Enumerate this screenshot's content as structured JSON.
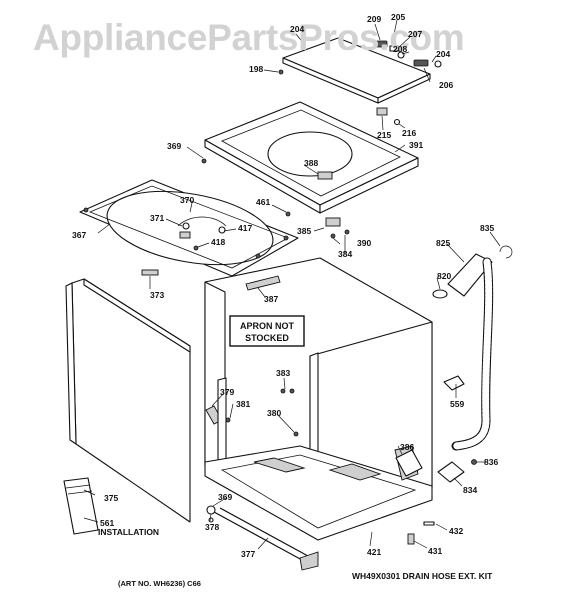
{
  "watermark": "AppliancePartsPros.com",
  "callouts": {
    "p204a": "204",
    "p209": "209",
    "p205": "205",
    "p207": "207",
    "p208": "208",
    "p204b": "204",
    "p198": "198",
    "p206": "206",
    "p215": "215",
    "p216": "216",
    "p391": "391",
    "p369a": "369",
    "p388": "388",
    "p370": "370",
    "p461": "461",
    "p371": "371",
    "p417": "417",
    "p367": "367",
    "p418": "418",
    "p385": "385",
    "p390": "390",
    "p384": "384",
    "p835": "835",
    "p825": "825",
    "p373": "373",
    "p387": "387",
    "p820": "820",
    "p383": "383",
    "p379": "379",
    "p381": "381",
    "p380": "380",
    "p559": "559",
    "p386": "386",
    "p836": "836",
    "p834": "834",
    "p375": "375",
    "p369b": "369",
    "p378": "378",
    "p561": "561",
    "p377": "377",
    "p421": "421",
    "p432": "432",
    "p431": "431"
  },
  "notes": {
    "apron_line1": "APRON NOT",
    "apron_line2": "STOCKED",
    "installation": "INSTALLATION",
    "art_no": "(ART NO. WH6236) C66",
    "kit": "WH49X0301 DRAIN HOSE EXT. KIT"
  }
}
